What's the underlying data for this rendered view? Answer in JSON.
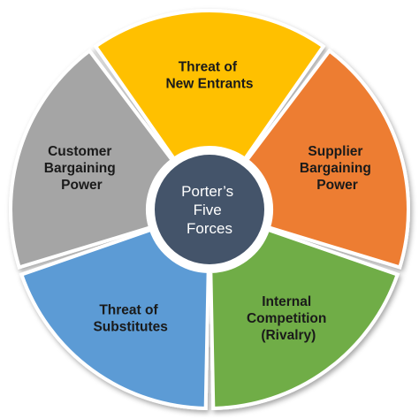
{
  "center": {
    "lines": [
      "Porter’s",
      "Five",
      "Forces"
    ],
    "fill": "#44546a"
  },
  "segments": [
    {
      "id": "new-entrants",
      "lines": [
        "Threat of",
        "New Entrants"
      ],
      "fill": "#ffc000",
      "text_style": "dark"
    },
    {
      "id": "supplier-power",
      "lines": [
        "Supplier",
        "Bargaining",
        "Power"
      ],
      "fill": "#ed7d31",
      "text_style": "dark"
    },
    {
      "id": "internal-competition",
      "lines": [
        "Internal",
        "Competition",
        "(Rivalry)"
      ],
      "fill": "#70ad47",
      "text_style": "dark"
    },
    {
      "id": "substitutes",
      "lines": [
        "Threat of",
        "Substitutes"
      ],
      "fill": "#5b9bd5",
      "text_style": "dark"
    },
    {
      "id": "customer-power",
      "lines": [
        "Customer",
        "Bargaining",
        "Power"
      ],
      "fill": "#a5a5a5",
      "text_style": "dark"
    }
  ]
}
